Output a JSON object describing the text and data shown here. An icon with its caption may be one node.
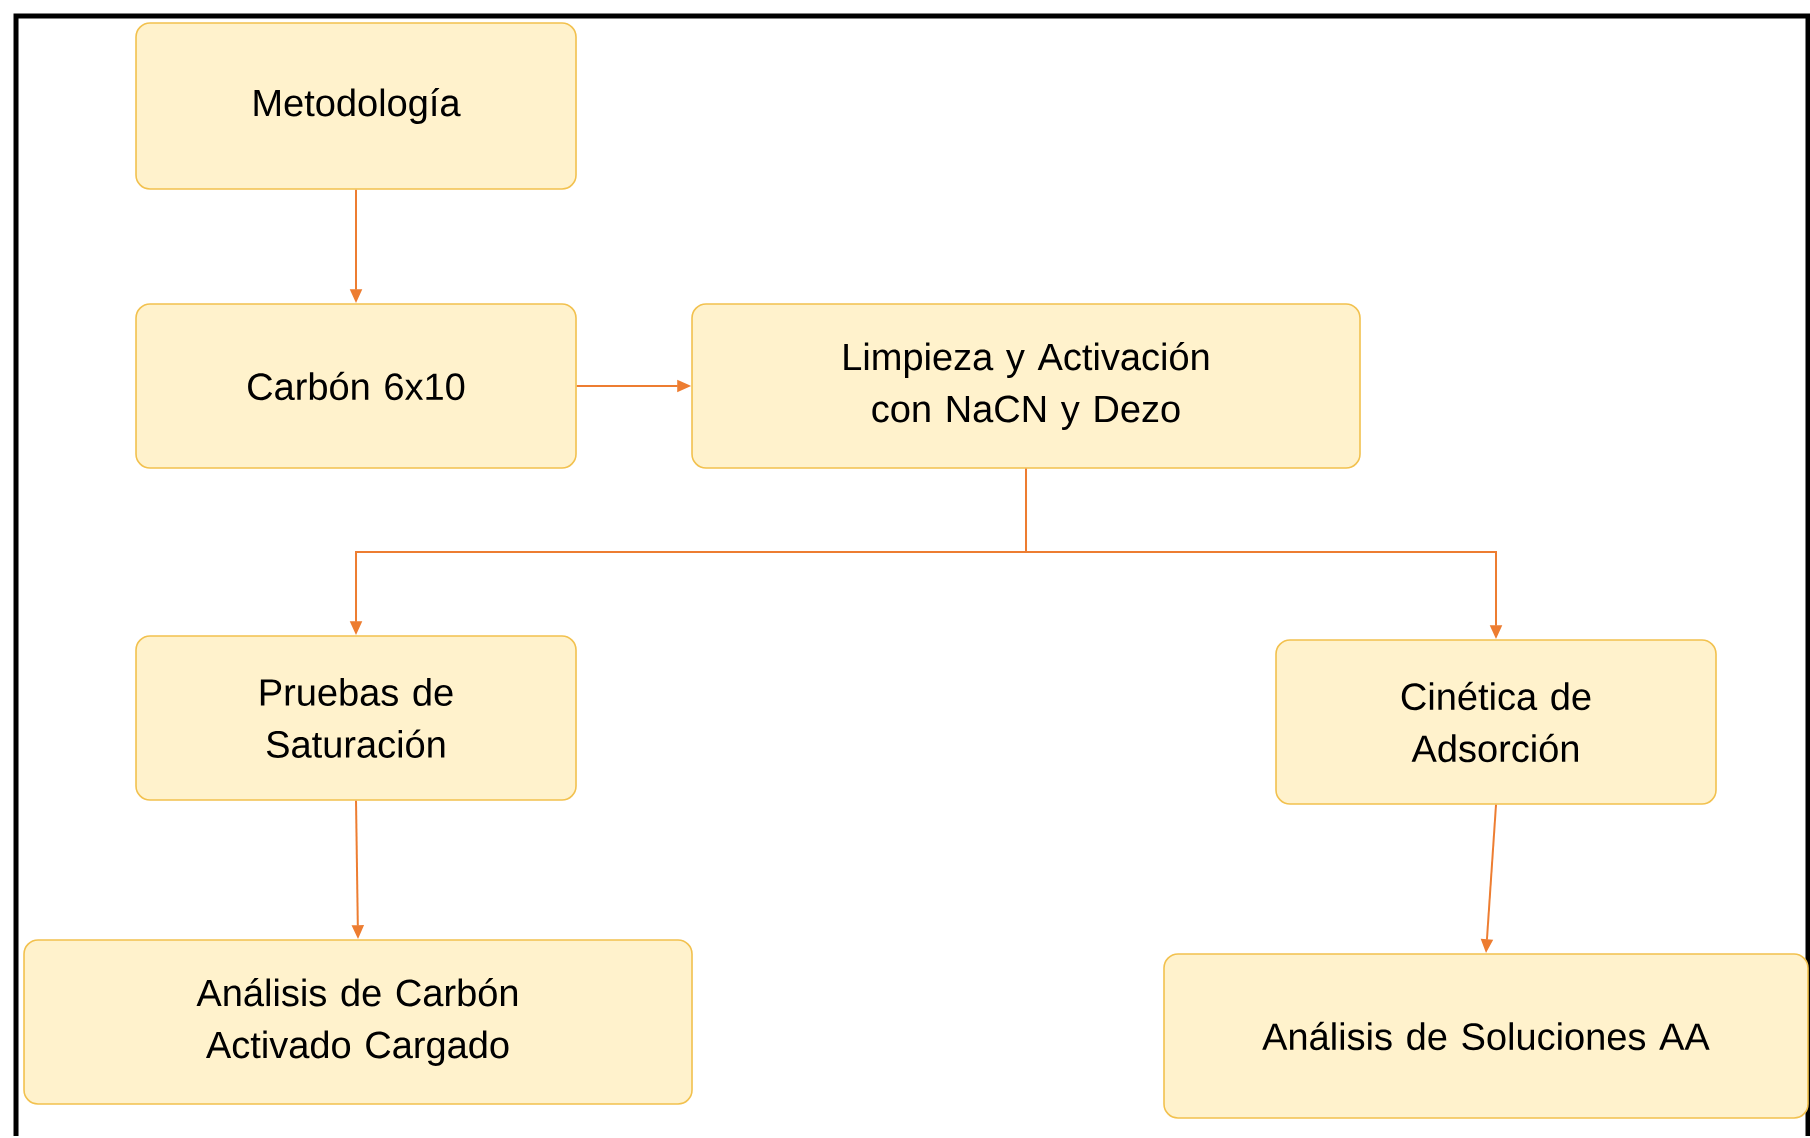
{
  "diagram": {
    "nodes": [
      {
        "text": [
          "Metodología"
        ]
      },
      {
        "text": [
          "Carbón 6x10"
        ]
      },
      {
        "text": [
          "Limpieza y Activación con NaCN y Dezo"
        ]
      },
      {
        "text": [
          "Pruebas de Saturación"
        ]
      },
      {
        "text": [
          "Cinética de Adsorción"
        ]
      },
      {
        "text": [
          "Análisis de Carbón Activado Cargado"
        ]
      },
      {
        "text": [
          "Análisis de Soluciones AA"
        ]
      }
    ],
    "edges": [
      {
        "from": 0,
        "to": 1,
        "arrow": "to"
      },
      {
        "from": 1,
        "to": 2,
        "arrow": "to"
      },
      {
        "from": 2,
        "to": 3,
        "arrow": "to"
      },
      {
        "from": 2,
        "to": 4,
        "arrow": "to"
      },
      {
        "from": 3,
        "to": 5,
        "arrow": "to"
      },
      {
        "from": 4,
        "to": 6,
        "arrow": "to"
      }
    ]
  }
}
